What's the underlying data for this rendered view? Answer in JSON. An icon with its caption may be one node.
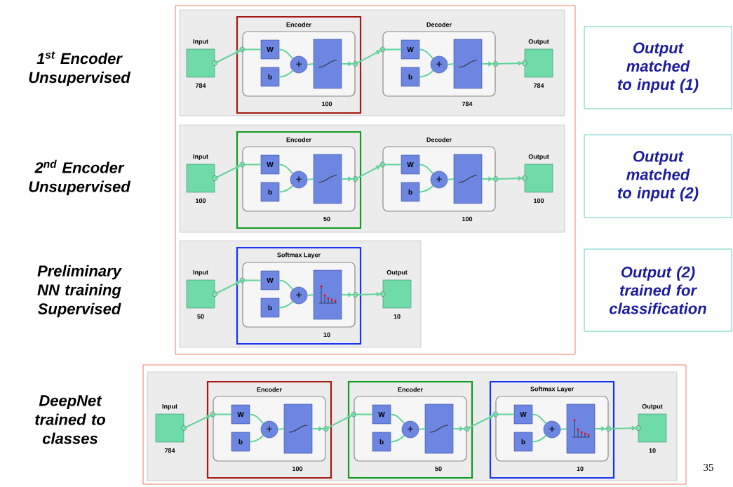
{
  "diagram": {
    "nodes": [
      {
        "text": [],
        "shape": "box"
      },
      {
        "text": [
          "Input"
        ],
        "in": 0,
        "beside": [
          "784"
        ]
      },
      {
        "text": [
          "Encoder"
        ],
        "in": 0,
        "beside": [
          "100"
        ]
      },
      {
        "text": [
          "W"
        ],
        "in": 2
      },
      {
        "text": [
          "b"
        ],
        "in": 2
      },
      {
        "text": [
          "+"
        ],
        "in": 2
      },
      {
        "text": [],
        "shape": "box",
        "in": 2
      },
      {
        "text": [
          "Decoder"
        ],
        "in": 0,
        "beside": [
          "784"
        ]
      },
      {
        "text": [
          "W"
        ],
        "in": 7
      },
      {
        "text": [
          "b"
        ],
        "in": 7
      },
      {
        "text": [
          "+"
        ],
        "in": 7
      },
      {
        "text": [],
        "shape": "box",
        "in": 7
      },
      {
        "text": [
          "Output"
        ],
        "in": 0,
        "beside": [
          "784"
        ]
      },
      {
        "text": [
          "Output matched to input (1)"
        ]
      },
      {
        "text": [],
        "shape": "box"
      },
      {
        "text": [
          "Input"
        ],
        "in": 14,
        "beside": [
          "100"
        ]
      },
      {
        "text": [
          "Encoder"
        ],
        "in": 14,
        "beside": [
          "50"
        ]
      },
      {
        "text": [
          "W"
        ],
        "in": 16
      },
      {
        "text": [
          "b"
        ],
        "in": 16
      },
      {
        "text": [
          "+"
        ],
        "in": 16
      },
      {
        "text": [],
        "shape": "box",
        "in": 16
      },
      {
        "text": [
          "Decoder"
        ],
        "in": 14,
        "beside": [
          "100"
        ]
      },
      {
        "text": [
          "W"
        ],
        "in": 21
      },
      {
        "text": [
          "b"
        ],
        "in": 21
      },
      {
        "text": [
          "+"
        ],
        "in": 21
      },
      {
        "text": [],
        "shape": "box",
        "in": 21
      },
      {
        "text": [
          "Output"
        ],
        "in": 14,
        "beside": [
          "100"
        ]
      },
      {
        "text": [
          "Output matched to input (2)"
        ]
      },
      {
        "text": [],
        "shape": "box"
      },
      {
        "text": [
          "Input"
        ],
        "in": 28,
        "beside": [
          "50"
        ]
      },
      {
        "text": [
          "Softmax Layer"
        ],
        "in": 28,
        "beside": [
          "10"
        ]
      },
      {
        "text": [
          "W"
        ],
        "in": 30
      },
      {
        "text": [
          "b"
        ],
        "in": 30
      },
      {
        "text": [
          "+"
        ],
        "in": 30
      },
      {
        "text": [],
        "shape": "box",
        "in": 30
      },
      {
        "text": [
          "Output"
        ],
        "in": 28,
        "beside": [
          "10"
        ]
      },
      {
        "text": [
          "Output (2) trained for classification"
        ]
      },
      {
        "text": [],
        "shape": "box"
      },
      {
        "text": [
          "Input"
        ],
        "in": 37,
        "beside": [
          "784"
        ]
      },
      {
        "text": [
          "Encoder"
        ],
        "in": 37,
        "beside": [
          "100"
        ]
      },
      {
        "text": [
          "W"
        ],
        "in": 39
      },
      {
        "text": [
          "b"
        ],
        "in": 39
      },
      {
        "text": [
          "+"
        ],
        "in": 39
      },
      {
        "text": [],
        "shape": "box",
        "in": 39
      },
      {
        "text": [
          "Encoder"
        ],
        "in": 37,
        "beside": [
          "50"
        ]
      },
      {
        "text": [
          "W"
        ],
        "in": 44
      },
      {
        "text": [
          "b"
        ],
        "in": 44
      },
      {
        "text": [
          "+"
        ],
        "in": 44
      },
      {
        "text": [],
        "shape": "box",
        "in": 44
      },
      {
        "text": [
          "Softmax Layer"
        ],
        "in": 37,
        "beside": [
          "10"
        ]
      },
      {
        "text": [
          "W"
        ],
        "in": 49
      },
      {
        "text": [
          "b"
        ],
        "in": 49
      },
      {
        "text": [
          "+"
        ],
        "in": 49
      },
      {
        "text": [],
        "shape": "box",
        "in": 49
      },
      {
        "text": [
          "Output"
        ],
        "in": 37,
        "beside": [
          "10"
        ]
      }
    ],
    "edges": [
      {
        "from": 1,
        "to": 3,
        "arrow": "to"
      },
      {
        "from": 3,
        "to": 5,
        "arrow": "none"
      },
      {
        "from": 4,
        "to": 5,
        "arrow": "none"
      },
      {
        "from": 5,
        "to": 6,
        "arrow": "none"
      },
      {
        "from": 6,
        "to": 8,
        "arrow": "to"
      },
      {
        "from": 8,
        "to": 10,
        "arrow": "none"
      },
      {
        "from": 9,
        "to": 10,
        "arrow": "none"
      },
      {
        "from": 10,
        "to": 11,
        "arrow": "none"
      },
      {
        "from": 11,
        "to": 12,
        "arrow": "to"
      },
      {
        "from": 15,
        "to": 17,
        "arrow": "to"
      },
      {
        "from": 17,
        "to": 19,
        "arrow": "none"
      },
      {
        "from": 18,
        "to": 19,
        "arrow": "none"
      },
      {
        "from": 19,
        "to": 20,
        "arrow": "none"
      },
      {
        "from": 20,
        "to": 22,
        "arrow": "to"
      },
      {
        "from": 22,
        "to": 24,
        "arrow": "none"
      },
      {
        "from": 23,
        "to": 24,
        "arrow": "none"
      },
      {
        "from": 24,
        "to": 25,
        "arrow": "none"
      },
      {
        "from": 25,
        "to": 26,
        "arrow": "to"
      },
      {
        "from": 29,
        "to": 31,
        "arrow": "to"
      },
      {
        "from": 31,
        "to": 33,
        "arrow": "none"
      },
      {
        "from": 32,
        "to": 33,
        "arrow": "none"
      },
      {
        "from": 33,
        "to": 34,
        "arrow": "none"
      },
      {
        "from": 34,
        "to": 35,
        "arrow": "to"
      },
      {
        "from": 38,
        "to": 40,
        "arrow": "to"
      },
      {
        "from": 40,
        "to": 42,
        "arrow": "none"
      },
      {
        "from": 41,
        "to": 42,
        "arrow": "none"
      },
      {
        "from": 42,
        "to": 43,
        "arrow": "none"
      },
      {
        "from": 43,
        "to": 45,
        "arrow": "to"
      },
      {
        "from": 45,
        "to": 47,
        "arrow": "none"
      },
      {
        "from": 46,
        "to": 47,
        "arrow": "none"
      },
      {
        "from": 47,
        "to": 48,
        "arrow": "none"
      },
      {
        "from": 48,
        "to": 50,
        "arrow": "to"
      },
      {
        "from": 50,
        "to": 52,
        "arrow": "none"
      },
      {
        "from": 51,
        "to": 52,
        "arrow": "none"
      },
      {
        "from": 52,
        "to": 53,
        "arrow": "none"
      },
      {
        "from": 53,
        "to": 54,
        "arrow": "to"
      }
    ],
    "labels": [
      "1$^{st}$ Encoder Unsupervised",
      "2$^{nd}$ Encoder Unsupervised",
      "Preliminary NN training Supervised",
      "DeepNet trained to classes",
      "35"
    ]
  }
}
